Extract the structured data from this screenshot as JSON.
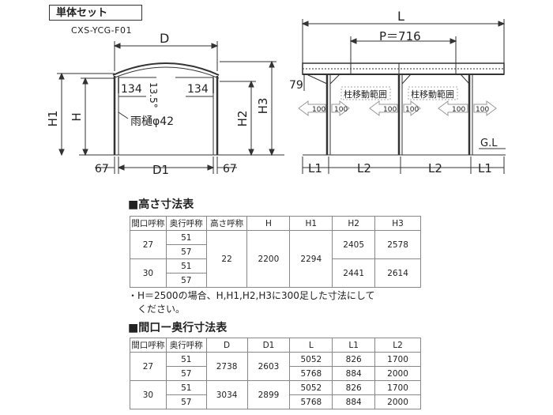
{
  "header": {
    "badge": "単体セット",
    "model": "CXS-YCG-F01"
  },
  "front_view": {
    "D": "D",
    "D1": "D1",
    "H1": "H1",
    "H": "H",
    "H2": "H2",
    "H3": "H3",
    "left_134": "134",
    "right_134": "134",
    "angle": "13.5°",
    "gutter": "雨樋φ42",
    "left_67": "67",
    "right_67": "67"
  },
  "side_view": {
    "L": "L",
    "P": "P＝716",
    "d79": "79",
    "range1": "柱移動範囲",
    "range2": "柱移動範囲",
    "a100_1": "100",
    "a100_2": "100",
    "a100_3": "100",
    "a100_4": "100",
    "a100_5": "100",
    "a100_6": "100",
    "gl": "G.L",
    "L1a": "L1",
    "L2a": "L2",
    "L2b": "L2",
    "L1b": "L1"
  },
  "height_table": {
    "title": "■高さ寸法表",
    "headers": [
      "間口呼称",
      "奥行呼称",
      "高さ呼称",
      "H",
      "H1",
      "H2",
      "H3"
    ],
    "g1_width": "27",
    "g2_width": "30",
    "d51a": "51",
    "d57a": "57",
    "d51b": "51",
    "d57b": "57",
    "height_name": "22",
    "H": "2200",
    "H1": "2294",
    "H2_a": "2405",
    "H3_a": "2578",
    "H2_b": "2441",
    "H3_b": "2614"
  },
  "note": {
    "line1": "・H＝2500の場合、H,H1,H2,H3に300足した寸法にして",
    "line2": "　ください。"
  },
  "size_table": {
    "title": "■間口ー奥行寸法表",
    "headers": [
      "間口呼称",
      "奥行呼称",
      "D",
      "D1",
      "L",
      "L1",
      "L2"
    ],
    "rows": [
      [
        "27",
        "51",
        "2738",
        "2603",
        "5052",
        "826",
        "1700"
      ],
      [
        "",
        "57",
        "",
        "",
        "5768",
        "884",
        "2000"
      ],
      [
        "30",
        "51",
        "3034",
        "2899",
        "5052",
        "826",
        "1700"
      ],
      [
        "",
        "57",
        "",
        "",
        "5768",
        "884",
        "2000"
      ]
    ]
  }
}
